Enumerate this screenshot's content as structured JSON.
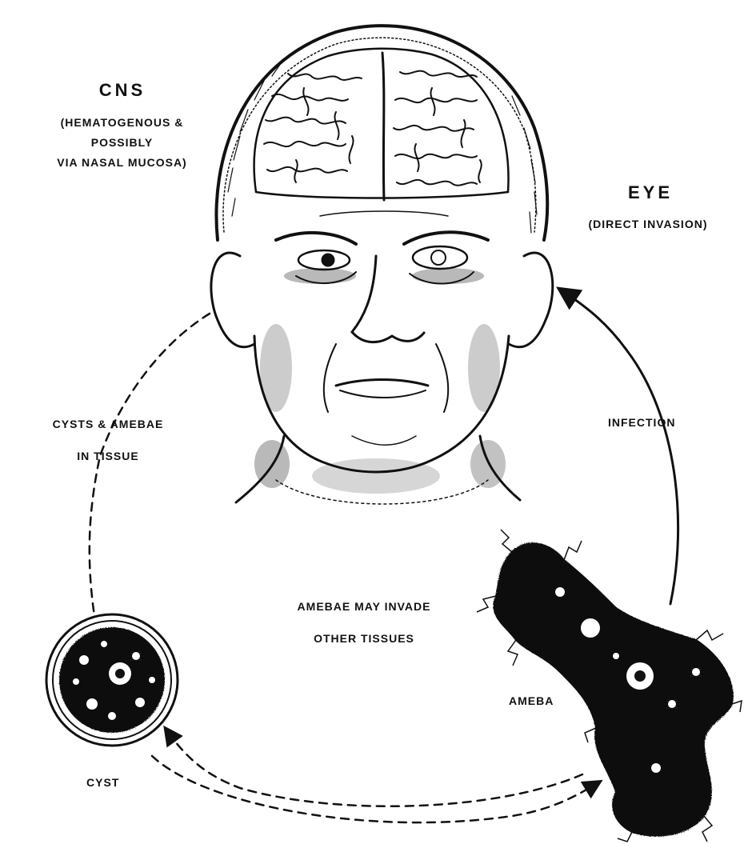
{
  "labels": {
    "cns_title": "CNS",
    "cns_line1": "(HEMATOGENOUS &",
    "cns_line2": "POSSIBLY",
    "cns_line3": "VIA NASAL MUCOSA)",
    "eye_title": "EYE",
    "eye_sub": "(DIRECT INVASION)",
    "infection": "INFECTION",
    "cysts_line1": "CYSTS & AMEBAE",
    "cysts_line2": "IN TISSUE",
    "invade_line1": "AMEBAE MAY INVADE",
    "invade_line2": "OTHER TISSUES",
    "ameba": "AMEBA",
    "cyst": "CYST"
  },
  "icons": {
    "head": "human-head-with-brain-icon",
    "cyst": "cyst-icon",
    "ameba": "ameba-icon"
  },
  "colors": {
    "ink": "#111111",
    "paper": "#ffffff"
  }
}
